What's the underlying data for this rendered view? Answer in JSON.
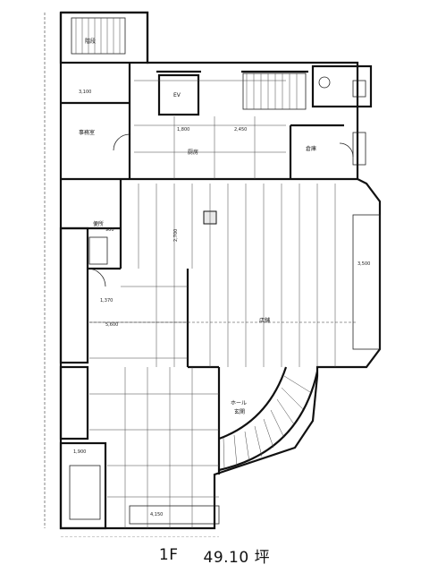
{
  "floor": {
    "label": "1F",
    "area": "49.10 坪"
  },
  "room_labels": {
    "office": "事務室",
    "kitchen": "厨房",
    "storage": "倉庫",
    "toilet": "便所",
    "shop": "店舗",
    "stair": "階段",
    "ev": "EV",
    "hall": "ホール",
    "entrance": "玄関"
  },
  "dimensions": {
    "d1": "3,100",
    "d2": "2,450",
    "d3": "1,800",
    "d4": "5,600",
    "d5": "4,150",
    "d6": "1,900",
    "d7": "2,700",
    "d8": "3,500",
    "d9": "900",
    "d10": "1,370"
  }
}
